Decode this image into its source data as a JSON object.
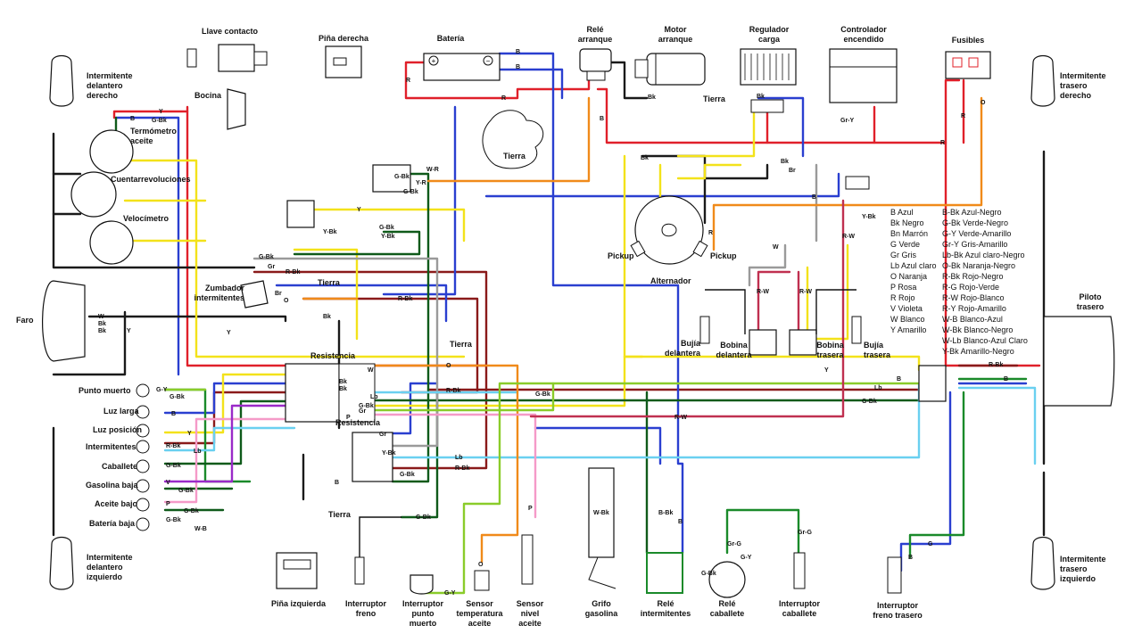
{
  "labels": {
    "battery": "Batería",
    "start_relay": "Relé arranque",
    "starter_motor": "Motor arranque",
    "charge_regulator": "Regulador carga",
    "ignition_controller": "Controlador encendido",
    "fuses": "Fusibles",
    "ignition_switch": "Llave contacto",
    "right_handlebar": "Piña derecha",
    "horn": "Bocina",
    "front_right_turn": "Intermitente delantero derecho",
    "front_left_turn": "Intermitente delantero izquierdo",
    "rear_right_turn": "Intermitente trasero derecho",
    "rear_left_turn": "Intermitente trasero izquierdo",
    "oil_thermometer": "Termómetro aceite",
    "tachometer": "Cuentarrevoluciones",
    "speedometer": "Velocímetro",
    "headlight": "Faro",
    "turn_buzzer": "Zumbador intermitentes",
    "resistance": "Resistencia",
    "neutral": "Punto muerto",
    "high_beam": "Luz larga",
    "position_light": "Luz posición",
    "turn_signals": "Intermitentes",
    "stand": "Caballete",
    "low_fuel": "Gasolina baja",
    "low_oil": "Aceite bajo",
    "low_battery": "Batería baja",
    "ground": "Tierra",
    "alternator": "Alternador",
    "pickup": "Pickup",
    "spark_front": "Bujía delantera",
    "coil_front": "Bobina delantera",
    "coil_rear": "Bobina trasera",
    "spark_rear": "Bujía trasera",
    "tail_light": "Piloto trasero",
    "left_handlebar": "Piña izquierda",
    "brake_switch": "Interruptor freno",
    "neutral_switch": "Interruptor punto muerto",
    "oil_temp_sensor": "Sensor temperatura aceite",
    "oil_level_sensor": "Sensor nivel aceite",
    "fuel_tap": "Grifo gasolina",
    "turn_relay": "Relé intermitentes",
    "stand_relay": "Relé caballete",
    "stand_switch": "Interruptor caballete",
    "rear_brake_switch": "Interruptor freno trasero"
  },
  "legend_left": [
    "B Azul",
    "Bk Negro",
    "Bn Marrón",
    "G Verde",
    "Gr Gris",
    "Lb Azul claro",
    "O Naranja",
    "P Rosa",
    "R Rojo",
    "V Violeta",
    "W Blanco",
    "Y Amarillo"
  ],
  "legend_right": [
    "B-Bk Azul-Negro",
    "G-Bk Verde-Negro",
    "G-Y Verde-Amarillo",
    "Gr-Y Gris-Amarillo",
    "Lb-Bk Azul claro-Negro",
    "O-Bk Naranja-Negro",
    "R-Bk Rojo-Negro",
    "R-G Rojo-Verde",
    "R-W Rojo-Blanco",
    "R-Y Rojo-Amarillo",
    "W-B Blanco-Azul",
    "W-Bk Blanco-Negro",
    "W-Lb Blanco-Azul Claro",
    "Y-Bk Amarillo-Negro"
  ],
  "wire_codes": {
    "r": "R",
    "b": "B",
    "bk": "Bk",
    "y": "Y",
    "g": "G",
    "gr": "Gr",
    "lb": "Lb",
    "o": "O",
    "p": "P",
    "w": "W",
    "v": "V",
    "yr": "Y-R",
    "gbk": "G-Bk",
    "wr": "W-R",
    "ybk": "Y-Bk",
    "rbk": "R-Bk",
    "br": "Br",
    "wb": "W-B",
    "rw": "R-W",
    "gy": "G-Y",
    "ry": "R-Y",
    "wbk": "W-Bk",
    "bbk": "B-Bk",
    "grg": "Gr-G",
    "grY": "Gr-Y",
    "bbk2": "B-Bk",
    "bn": "Bn"
  },
  "colors": {
    "red": "#e0202a",
    "blue": "#2a3fd0",
    "black": "#1a1a1a",
    "yellow": "#f3e21a",
    "green": "#1a8a2a",
    "gray": "#9a9a9a",
    "lightblue": "#6ad0f0",
    "orange": "#f08a1a",
    "pink": "#f59ac8",
    "white": "#cfcfcf",
    "darkred": "#8a1a1a",
    "lime": "#8acc2a",
    "darkgreen": "#0f5a1a"
  }
}
